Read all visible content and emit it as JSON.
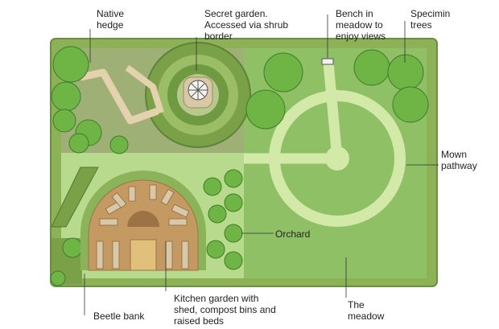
{
  "labels": {
    "native_hedge": [
      "Native",
      "hedge"
    ],
    "secret_garden": [
      "Secret garden.",
      "Accessed via shrub",
      "border"
    ],
    "bench": [
      "Bench in",
      "meadow to",
      "enjoy views"
    ],
    "specimen_trees": [
      "Specimin",
      "trees"
    ],
    "mown_pathway": [
      "Mown",
      "pathway"
    ],
    "orchard": [
      "Orchard"
    ],
    "beetle_bank": [
      "Beetle bank"
    ],
    "kitchen_garden": [
      "Kitchen garden with",
      "shed, compost bins and",
      "raised beds"
    ],
    "meadow": [
      "The",
      "meadow"
    ]
  },
  "colors": {
    "hedge": "#8fb25a",
    "lawn": "#b7d98a",
    "meadow": "#8fc065",
    "path": "#d2e8a8",
    "tree": "#6fb545",
    "tree_edge": "#3f7d28",
    "kitchen": "#c49a62",
    "gravel": "#d9c8a8"
  }
}
